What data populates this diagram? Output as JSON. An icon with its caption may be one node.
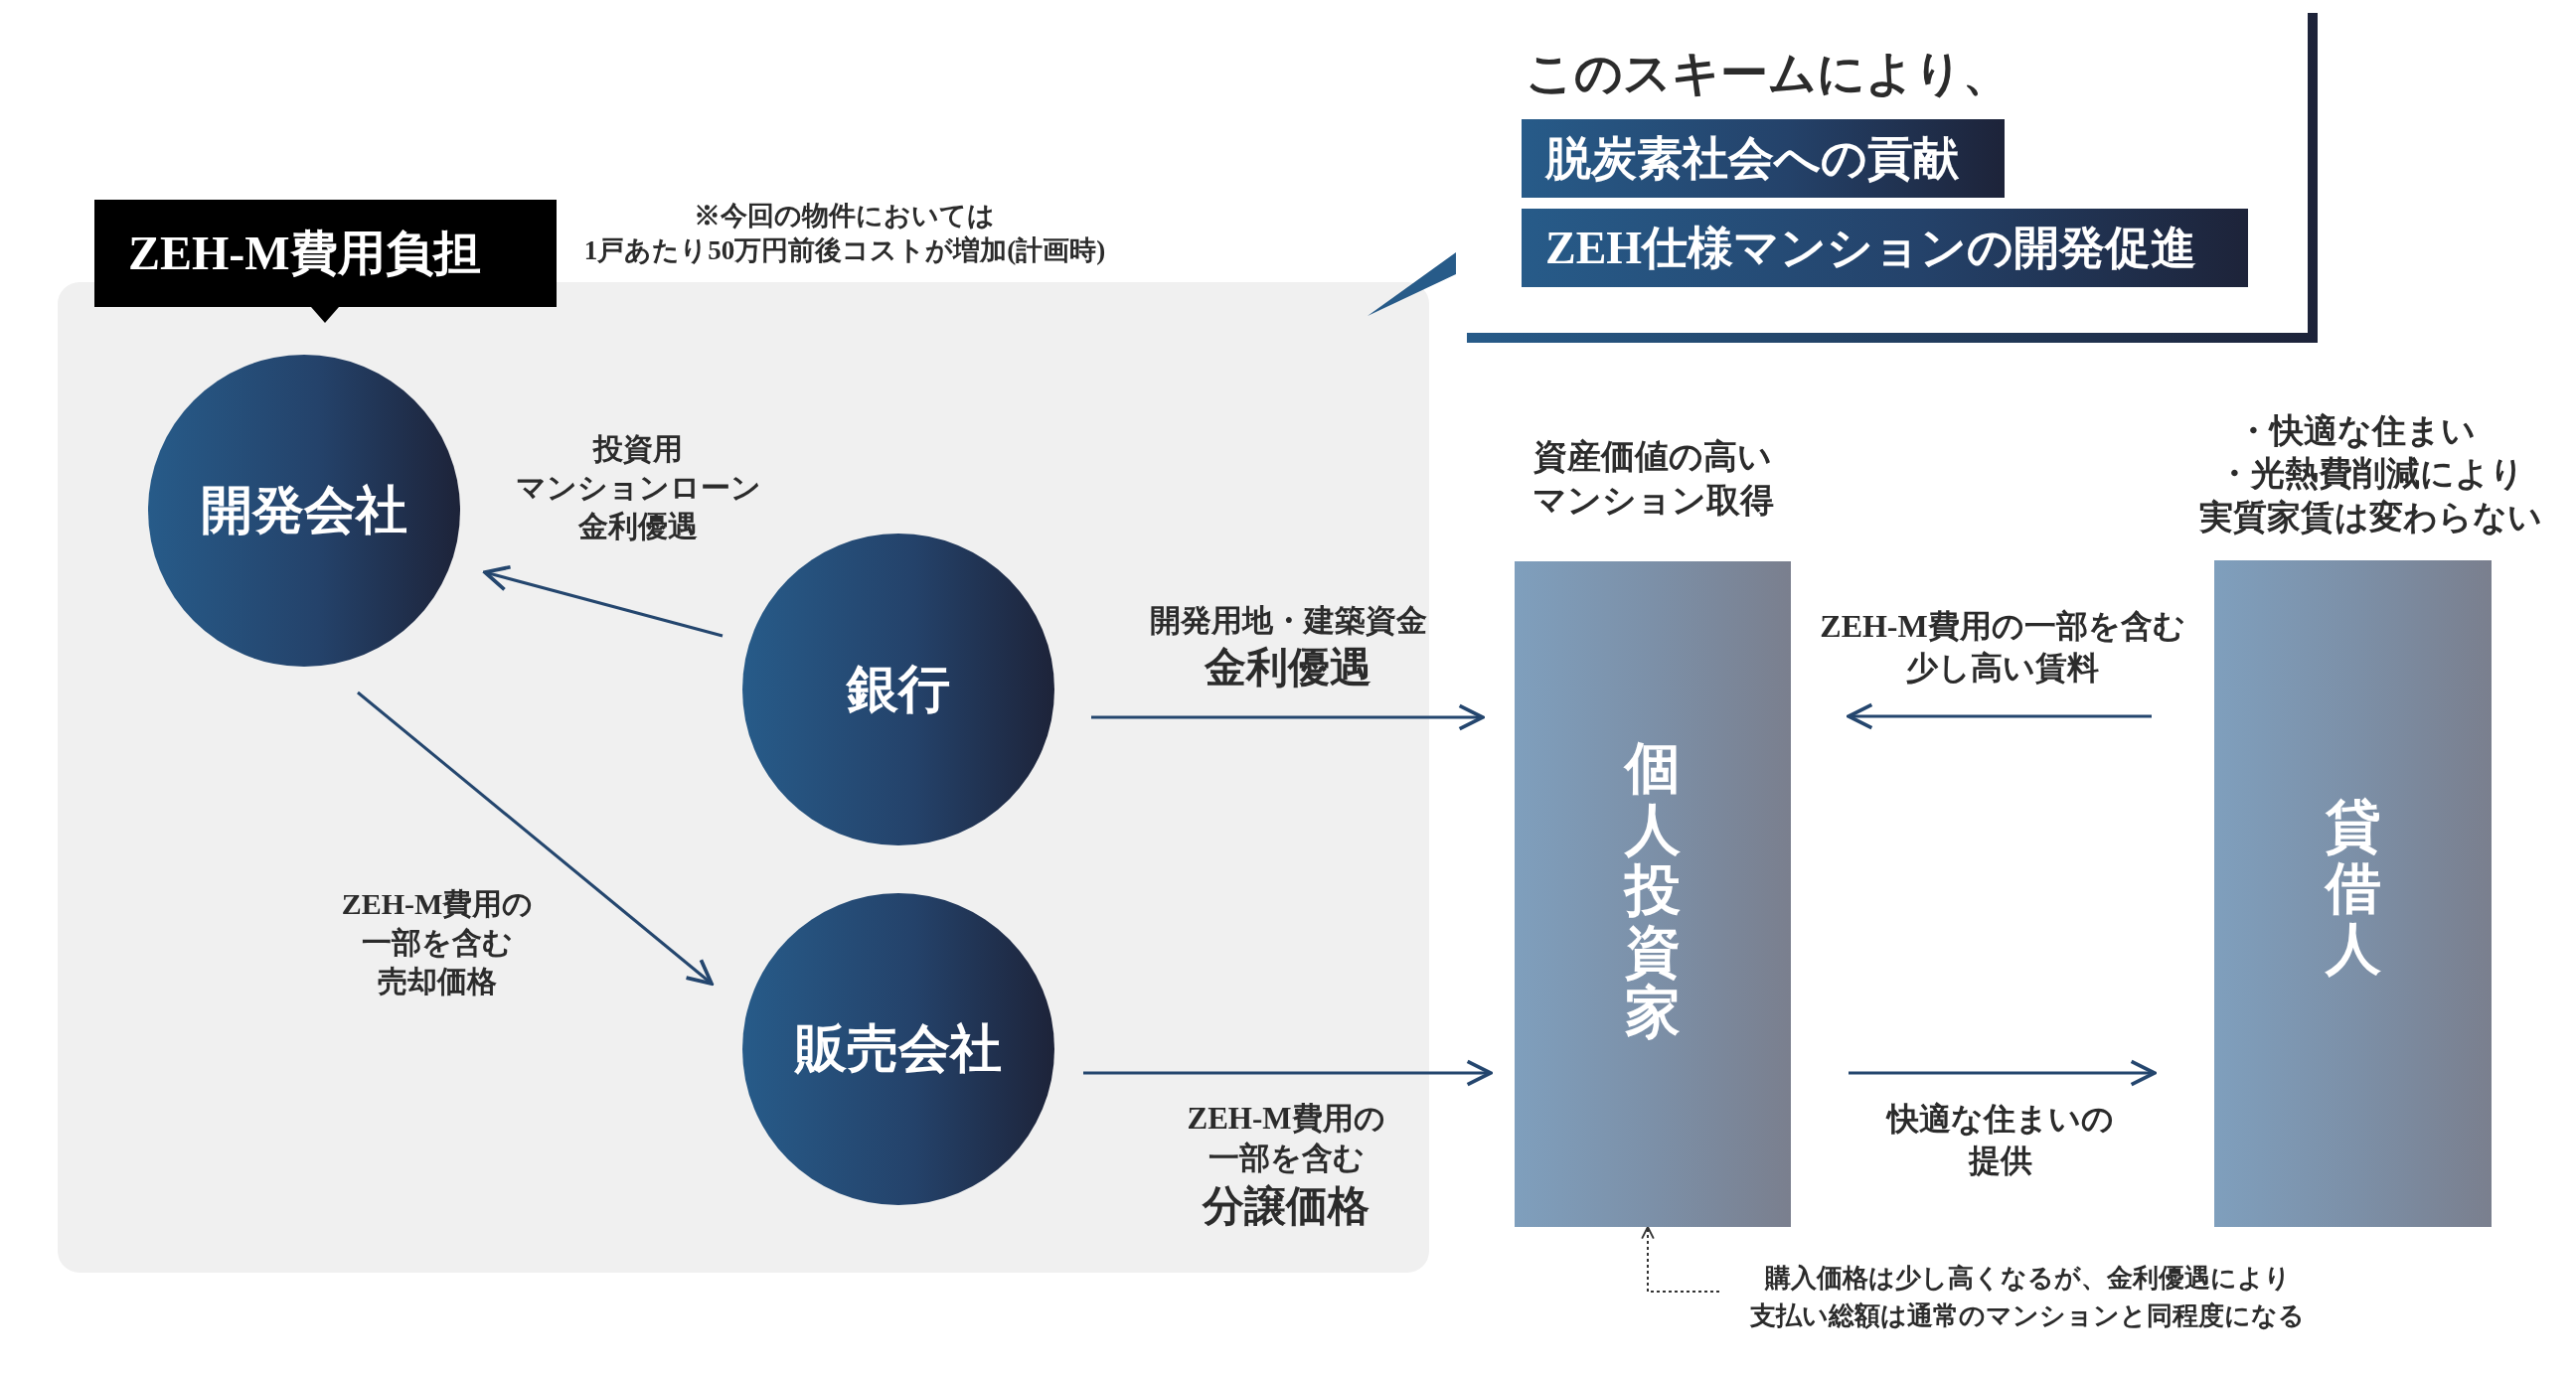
{
  "diagram": {
    "nodes": [
      {
        "text": [],
        "shape": "box"
      },
      {
        "text": [
          "ZEH-M費用負担"
        ],
        "beside": [
          "※今回の物件においては1戸あたり50万円前後コストが増加(計画時)"
        ]
      },
      {
        "text": [
          "開発会社"
        ],
        "in": 0
      },
      {
        "text": [
          "銀行"
        ],
        "in": 0
      },
      {
        "text": [
          "販売会社"
        ],
        "in": 0
      },
      {
        "text": [
          "個人投資家"
        ],
        "beside": [
          "資産価値の高いマンション取得"
        ]
      },
      {
        "text": [
          "貸借人"
        ],
        "beside": [
          "・快適な住まい",
          "・光熱費削減により実質家賃は変わらない"
        ]
      },
      {
        "text": [
          "購入価格は少し高くなるが、金利優遇により支払い総額は通常のマンションと同程度になる"
        ]
      },
      {
        "text": [
          "脱炭素社会への貢献"
        ]
      },
      {
        "text": [
          "ZEH仕様マンションの開発促進"
        ]
      }
    ],
    "edges": [
      {
        "from": 3,
        "to": 2,
        "arrow": "to",
        "label": "投資用マンションローン金利優遇"
      },
      {
        "from": 2,
        "to": 4,
        "arrow": "to",
        "label": "ZEH-M費用の一部を含む売却価格"
      },
      {
        "from": 3,
        "to": 5,
        "arrow": "to",
        "label": "開発用地・建築資金**金利優遇**"
      },
      {
        "from": 4,
        "to": 5,
        "arrow": "to",
        "label": "ZEH-M費用の一部を含む**分譲価格**"
      },
      {
        "from": 6,
        "to": 5,
        "arrow": "to",
        "label": "ZEH-M費用の一部を含む少し高い賃料"
      },
      {
        "from": 5,
        "to": 6,
        "arrow": "to",
        "label": "快適な住まいの提供"
      },
      {
        "from": 7,
        "to": 5,
        "arrow": "to",
        "style": "dashed",
        "color": "#333333"
      }
    ],
    "labels": [
      "このスキームにより、"
    ]
  }
}
